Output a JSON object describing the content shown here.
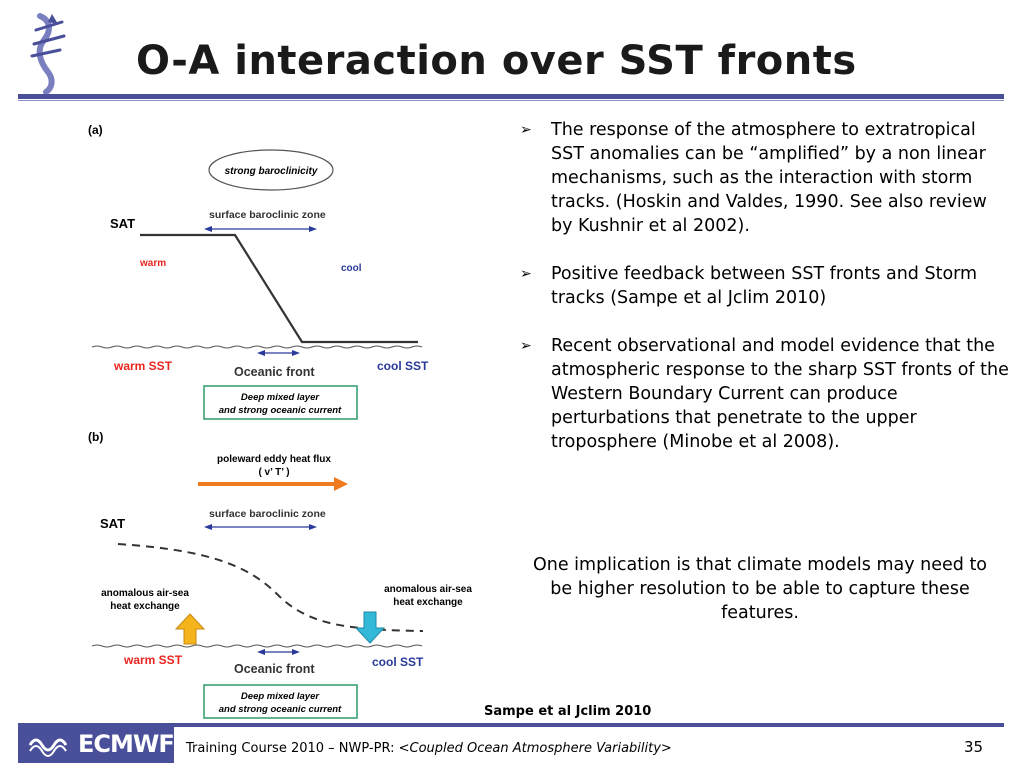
{
  "slide": {
    "title": "O-A interaction over SST fronts",
    "bullets": [
      "The response of the atmosphere to extratropical SST anomalies can be “amplified” by a non linear mechanisms, such as the  interaction with storm tracks. (Hoskin and Valdes, 1990. See also review by Kushnir et al 2002).",
      "Positive feedback between SST fronts and Storm tracks (Sampe et al Jclim 2010)",
      "Recent observational and model evidence that the atmospheric response to the sharp SST fronts of the Western Boundary Current can produce perturbations that penetrate to the upper troposphere (Minobe et al 2008)."
    ],
    "conclusion": "One implication is that climate models may need to be higher resolution to be able to capture these features.",
    "caption": "Sampe et al Jclim 2010",
    "page_number": "35"
  },
  "figure": {
    "panel_a": {
      "label": "(a)",
      "ellipse": "strong baroclinicity",
      "zone": "surface baroclinic zone",
      "sat": "SAT",
      "warm": "warm",
      "cool": "cool",
      "warm_sst": "warm SST",
      "front": "Oceanic front",
      "cool_sst": "cool SST",
      "box_line1": "Deep mixed layer",
      "box_line2": "and strong oceanic current"
    },
    "panel_b": {
      "label": "(b)",
      "flux_line1": "poleward eddy heat flux",
      "flux_line2": "( v’ T’ )",
      "zone": "surface baroclinic zone",
      "sat": "SAT",
      "left_note1": "anomalous air-sea",
      "left_note2": "heat exchange",
      "right_note1": "anomalous air-sea",
      "right_note2": "heat exchange",
      "warm_sst": "warm SST",
      "front": "Oceanic front",
      "cool_sst": "cool SST",
      "box_line1": "Deep mixed layer",
      "box_line2": "and strong oceanic current"
    }
  },
  "footer": {
    "logo": "ECMWF",
    "prefix": "Training Course 2010 – NWP-PR: ",
    "course": "<Coupled Ocean Atmosphere Variability>"
  },
  "colors": {
    "accent": "#4a4f9a",
    "warm": "#e8251f",
    "cool": "#2a3a9a",
    "arrow_orange": "#f07a1e",
    "box_green": "#2e9b6a"
  },
  "icons": {
    "bullet": "arrow-bullet-icon",
    "logo": "ecmwf-logo-icon",
    "ribbon": "ecmwf-ribbon-icon"
  }
}
